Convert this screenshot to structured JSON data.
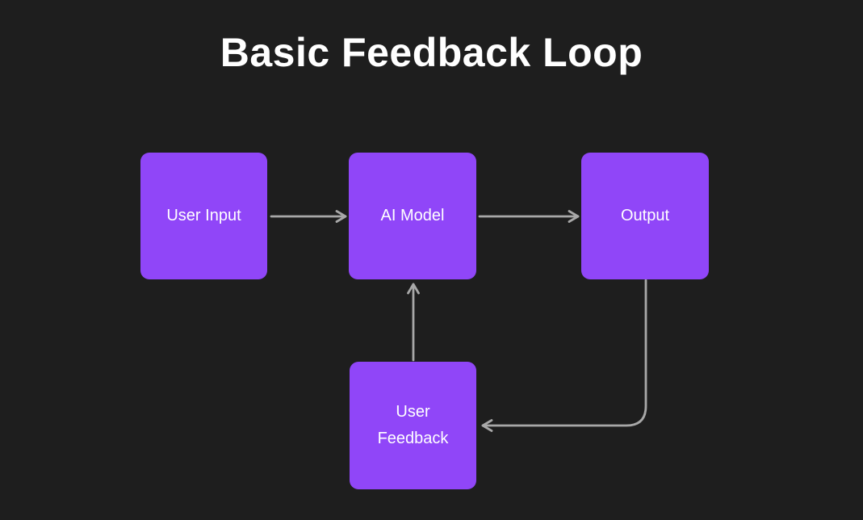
{
  "title": "Basic Feedback Loop",
  "colors": {
    "background": "#1e1e1e",
    "node": "#9046f8",
    "arrow": "#a8a8a8",
    "text": "#ffffff"
  },
  "nodes": [
    {
      "id": "user-input",
      "label": "User Input"
    },
    {
      "id": "ai-model",
      "label": "AI Model"
    },
    {
      "id": "output",
      "label": "Output"
    },
    {
      "id": "user-feedback",
      "label": "User Feedback"
    }
  ],
  "edges": [
    {
      "from": "user-input",
      "to": "ai-model"
    },
    {
      "from": "ai-model",
      "to": "output"
    },
    {
      "from": "output",
      "to": "user-feedback"
    },
    {
      "from": "user-feedback",
      "to": "ai-model"
    }
  ]
}
